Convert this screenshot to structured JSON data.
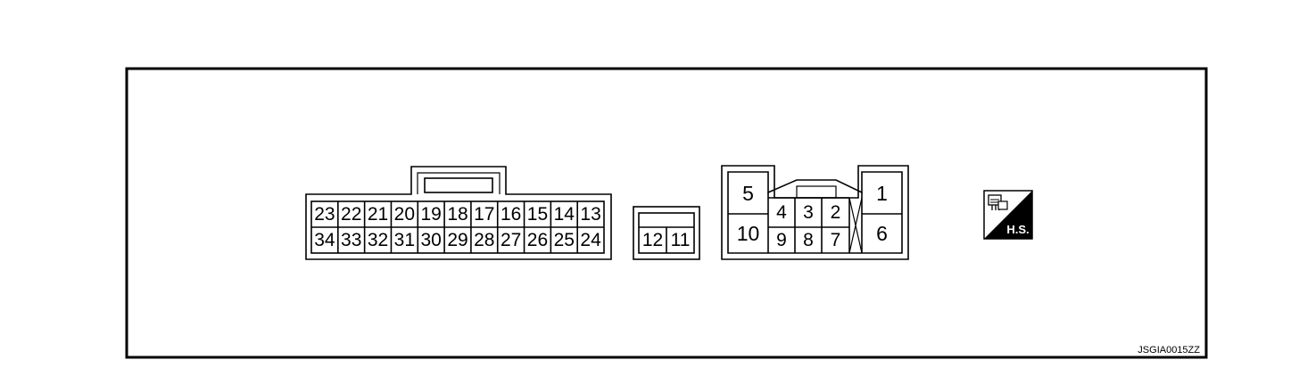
{
  "connector_a": {
    "row_top": [
      "23",
      "22",
      "21",
      "20",
      "19",
      "18",
      "17",
      "16",
      "15",
      "14",
      "13"
    ],
    "row_bottom": [
      "34",
      "33",
      "32",
      "31",
      "30",
      "29",
      "28",
      "27",
      "26",
      "25",
      "24"
    ]
  },
  "connector_b": {
    "pins": [
      "12",
      "11"
    ]
  },
  "connector_c": {
    "top_left": "5",
    "bottom_left": "10",
    "middle_top": [
      "4",
      "3",
      "2"
    ],
    "middle_bottom": [
      "9",
      "8",
      "7"
    ],
    "top_right": "1",
    "bottom_right": "6"
  },
  "badge": {
    "label": "H.S.",
    "icon": "harness-side-connector-icon"
  },
  "figure_code": "JSGIA0015ZZ"
}
